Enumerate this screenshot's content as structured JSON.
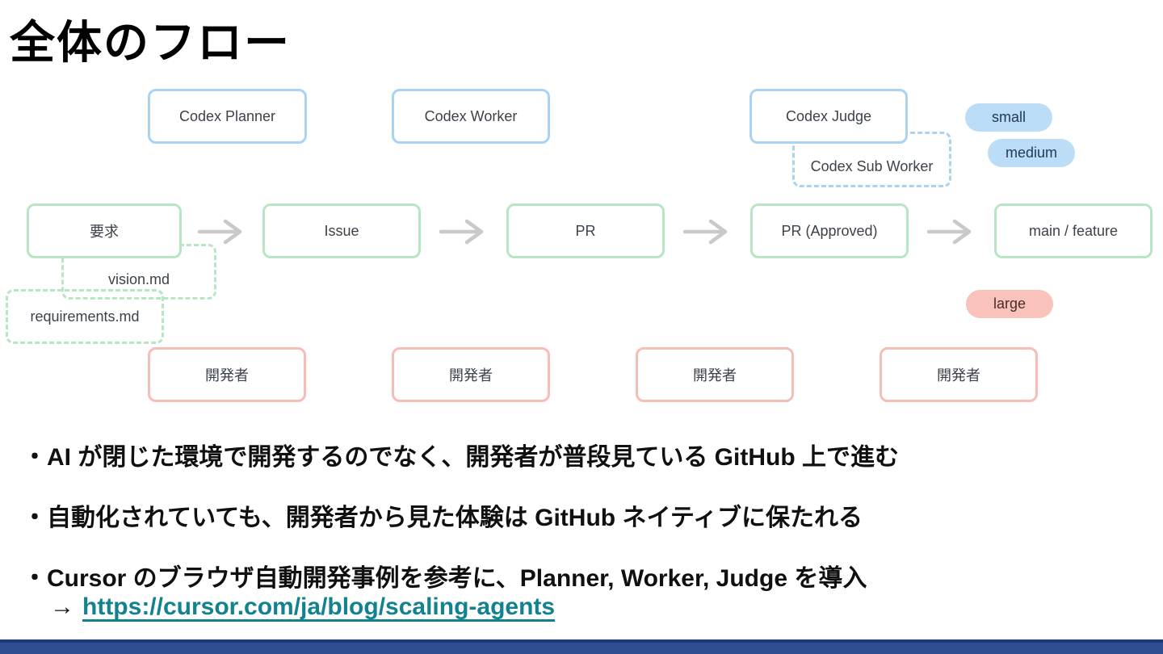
{
  "title": "全体のフロー",
  "diagram": {
    "agents": [
      {
        "label": "Codex Planner"
      },
      {
        "label": "Codex Worker"
      },
      {
        "label": "Codex Judge"
      },
      {
        "label": "Codex Sub Worker"
      }
    ],
    "flow": [
      {
        "label": "要求"
      },
      {
        "label": "Issue"
      },
      {
        "label": "PR"
      },
      {
        "label": "PR (Approved)"
      },
      {
        "label": "main / feature"
      }
    ],
    "artifacts": [
      {
        "label": "vision.md"
      },
      {
        "label": "requirements.md"
      }
    ],
    "developers": [
      {
        "label": "開発者"
      },
      {
        "label": "開発者"
      },
      {
        "label": "開発者"
      },
      {
        "label": "開発者"
      }
    ],
    "badges": [
      {
        "label": "small"
      },
      {
        "label": "medium"
      },
      {
        "label": "large"
      }
    ]
  },
  "bullets": [
    {
      "text": "・AI が閉じた環境で開発するのでなく、開発者が普段見ている GitHub 上で進む"
    },
    {
      "text": "・自動化されていても、開発者から見た体験は GitHub ネイティブに保たれる"
    },
    {
      "text": "・Cursor のブラウザ自動開発事例を参考に、Planner, Worker, Judge を導入"
    }
  ],
  "link_line": {
    "arrow": "→",
    "url_text": "https://cursor.com/ja/blog/scaling-agents"
  },
  "colors": {
    "agent_border": "#a9d3f5",
    "flow_border": "#b7e6c5",
    "developer_border": "#f7bcb5",
    "badge_blue_bg": "#bbddf7",
    "badge_red_bg": "#f9c3bc",
    "link": "#12828f",
    "footer_bar": "#2e4d90"
  }
}
